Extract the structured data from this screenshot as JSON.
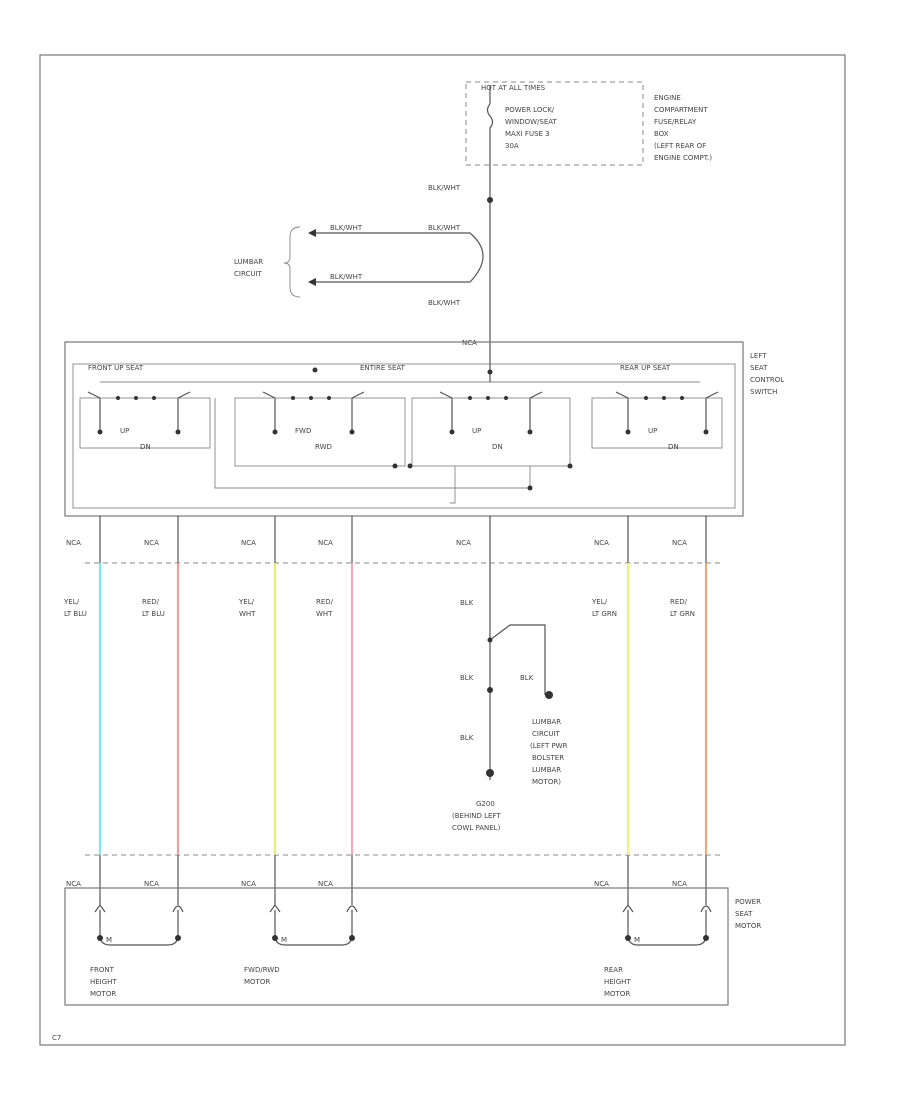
{
  "hot_label": "HOT AT ALL TIMES",
  "fuse_label": [
    "POWER LOCK/",
    "WINDOW/SEAT",
    "MAXI FUSE 3",
    "30A"
  ],
  "engine_box_label": [
    "ENGINE",
    "COMPARTMENT",
    "FUSE/RELAY",
    "BOX",
    "(LEFT REAR OF",
    "ENGINE COMPT.)"
  ],
  "wire_blkwht": "BLK/WHT",
  "lumbar_circuit_label": [
    "LUMBAR",
    "CIRCUIT"
  ],
  "nca": "NCA",
  "switch_label": [
    "LEFT",
    "SEAT",
    "CONTROL",
    "SWITCH"
  ],
  "switch_sections": [
    "FRONT UP SEAT",
    "ENTIRE SEAT",
    "REAR UP SEAT"
  ],
  "switch_states": [
    {
      "top": "UP",
      "bottom": "DN"
    },
    {
      "top": "FWD",
      "bottom": "RWD"
    },
    {
      "top": "UP",
      "bottom": "DN"
    },
    {
      "top": "UP",
      "bottom": "DN"
    }
  ],
  "wire_colors": [
    {
      "line1": "YEL/",
      "line2": "LT BLU",
      "hex": "#7fe6ee"
    },
    {
      "line1": "RED/",
      "line2": "LT BLU",
      "hex": "#ee9f9f"
    },
    {
      "line1": "YEL/",
      "line2": "WHT",
      "hex": "#eeea7a"
    },
    {
      "line1": "RED/",
      "line2": "WHT",
      "hex": "#f2aab6"
    },
    {
      "line1": "YEL/",
      "line2": "LT GRN",
      "hex": "#f0ee7c"
    },
    {
      "line1": "RED/",
      "line2": "LT GRN",
      "hex": "#e8aa74"
    }
  ],
  "wire_blk": "BLK",
  "lumbar_motor_label": [
    "LUMBAR",
    "CIRCUIT",
    "(LEFT PWR",
    "BOLSTER",
    "LUMBAR",
    "MOTOR)"
  ],
  "ground_label": [
    "G200",
    "(BEHIND LEFT",
    "COWL PANEL)"
  ],
  "motor_box_label": [
    "POWER",
    "SEAT",
    "MOTOR"
  ],
  "motors": [
    {
      "line1": "FRONT",
      "line2": "HEIGHT",
      "line3": "MOTOR"
    },
    {
      "line1": "FWD/RWD",
      "line2": "MOTOR",
      "line3": ""
    },
    {
      "line1": "REAR",
      "line2": "HEIGHT",
      "line3": "MOTOR"
    }
  ],
  "motor_letter": "M",
  "footer_code": "C7"
}
